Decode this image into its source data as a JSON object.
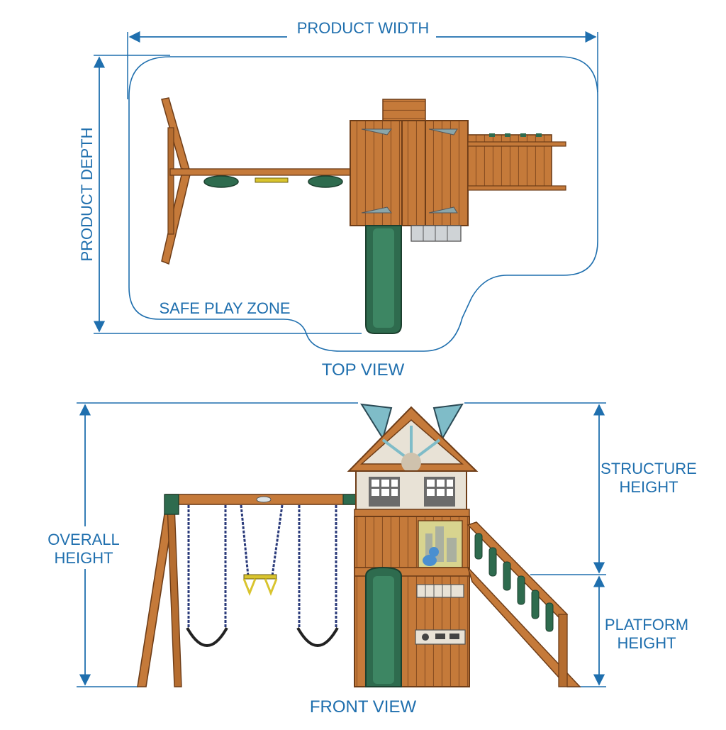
{
  "top_view": {
    "caption": "TOP VIEW",
    "width_label": "PRODUCT WIDTH",
    "depth_label": "PRODUCT DEPTH",
    "zone_label": "SAFE PLAY ZONE"
  },
  "front_view": {
    "caption": "FRONT VIEW",
    "overall_height": [
      "OVERALL",
      "HEIGHT"
    ],
    "structure_height": [
      "STRUCTURE",
      "HEIGHT"
    ],
    "platform_height": [
      "PLATFORM",
      "HEIGHT"
    ]
  },
  "colors": {
    "dimension": "#1f6fae",
    "wood": "#c57a3a",
    "wood_dark": "#8b4f22",
    "slide_green": "#2e6b4e",
    "rope": "#2a3a7a",
    "accent_teal": "#7fbcc8"
  }
}
